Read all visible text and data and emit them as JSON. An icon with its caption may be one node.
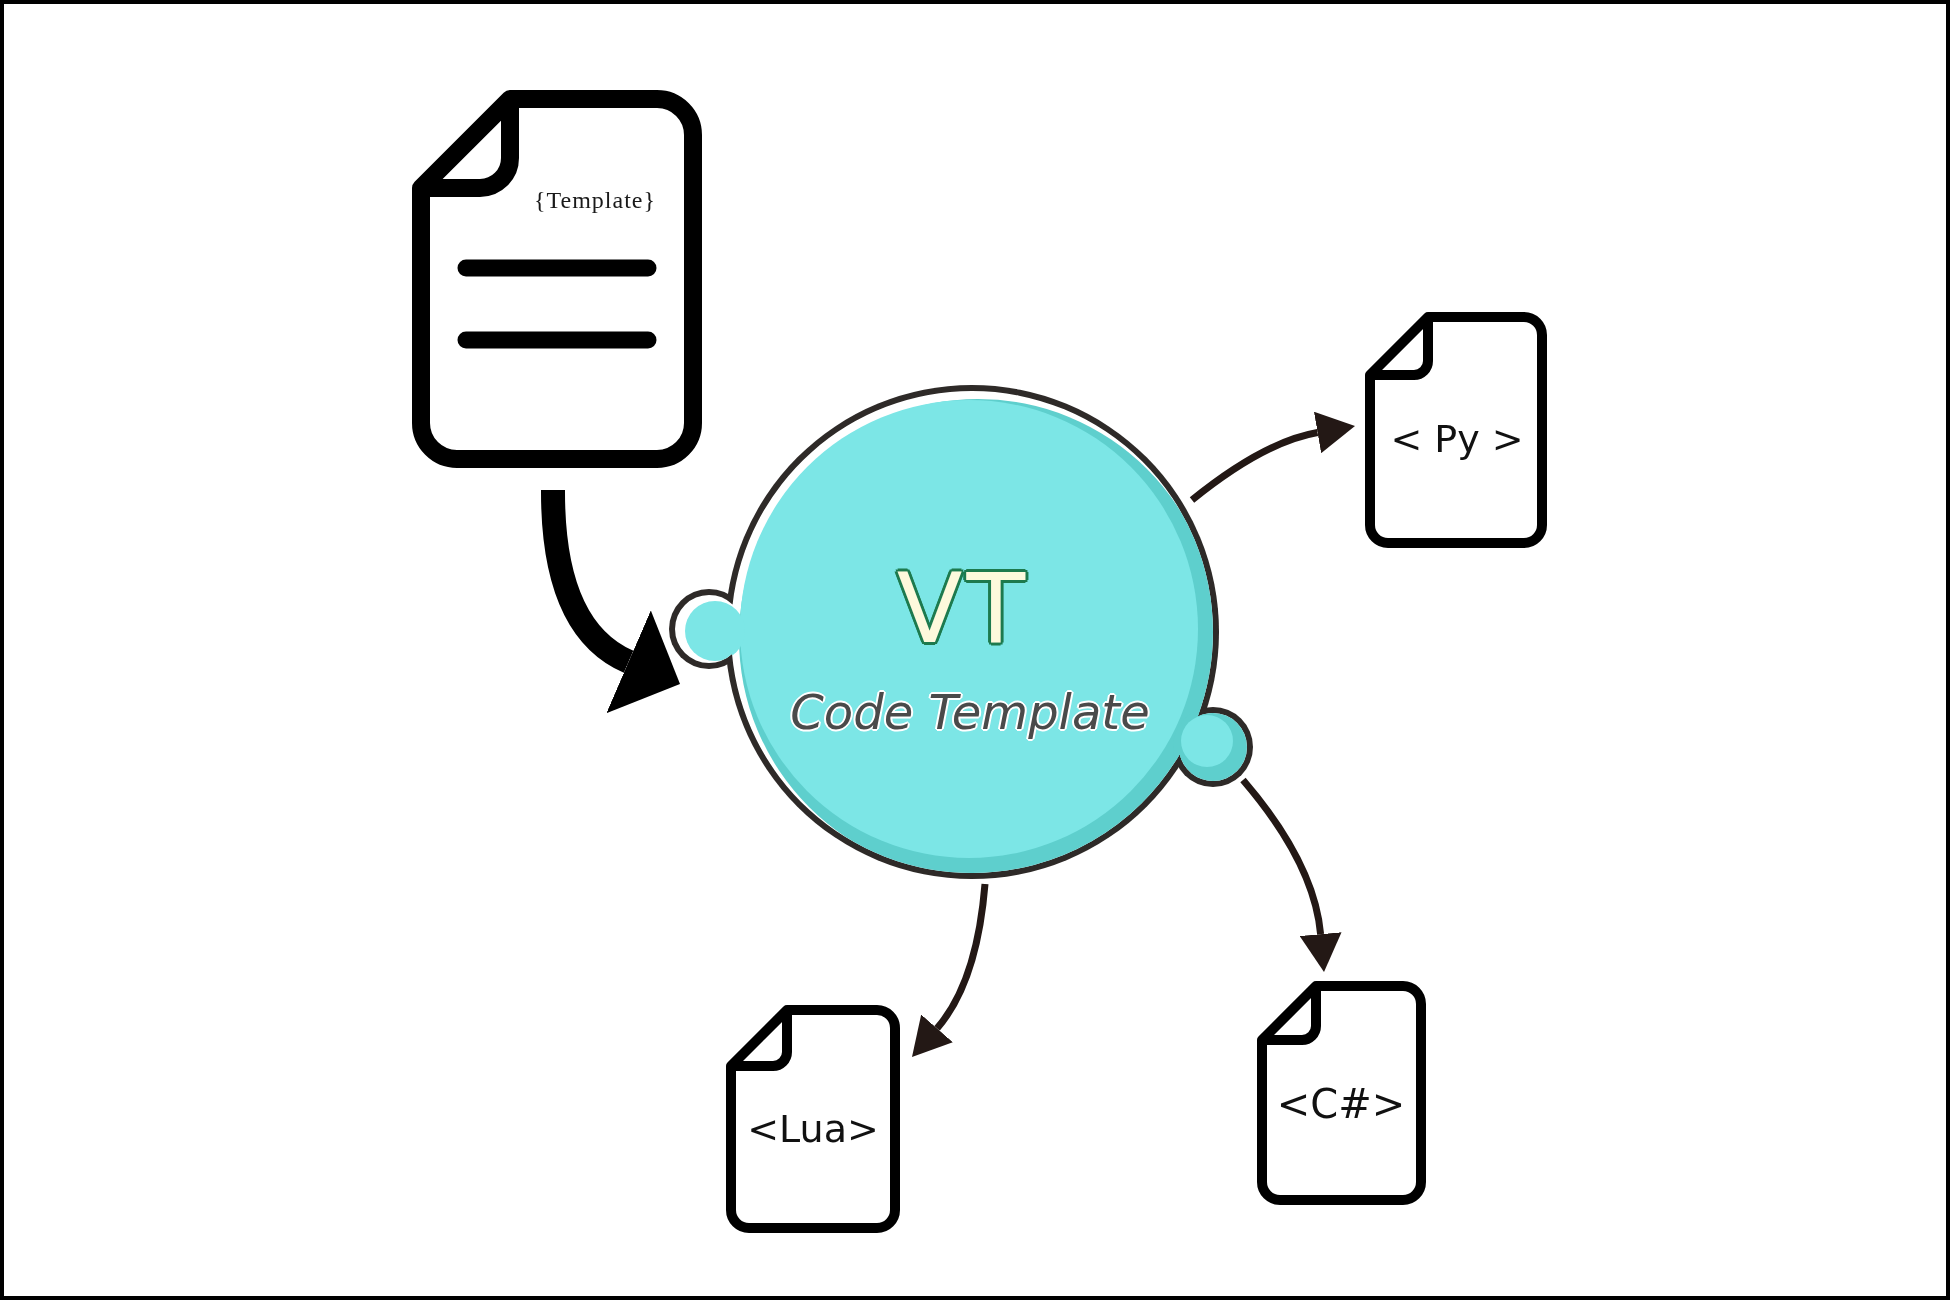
{
  "diagram": {
    "nodes": [
      {
        "text": [
          "{Template}"
        ]
      },
      {
        "text": [
          "VT",
          "Code Template"
        ]
      },
      {
        "text": [
          "< Py >"
        ]
      },
      {
        "text": [
          "<C#>"
        ]
      },
      {
        "text": [
          "<Lua>"
        ]
      }
    ],
    "edges": [
      {
        "from": 0,
        "to": 1,
        "arrow": "to",
        "style": "thick",
        "color": "#000000"
      },
      {
        "from": 1,
        "to": 2,
        "arrow": "to"
      },
      {
        "from": 1,
        "to": 3,
        "arrow": "to"
      },
      {
        "from": 1,
        "to": 4,
        "arrow": "to"
      }
    ]
  }
}
